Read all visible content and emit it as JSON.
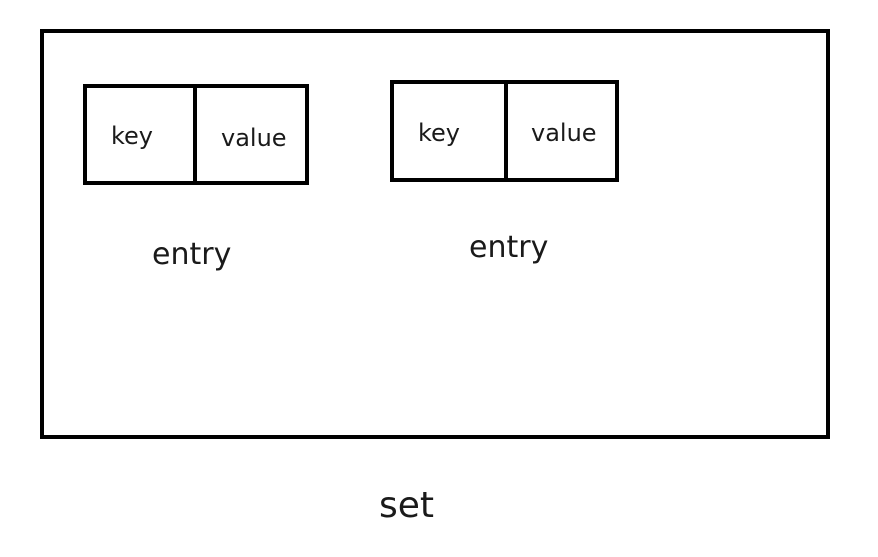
{
  "entries": [
    {
      "key_label": "key",
      "value_label": "value",
      "entry_label": "entry"
    },
    {
      "key_label": "key",
      "value_label": "value",
      "entry_label": "entry"
    }
  ],
  "set_label": "set"
}
